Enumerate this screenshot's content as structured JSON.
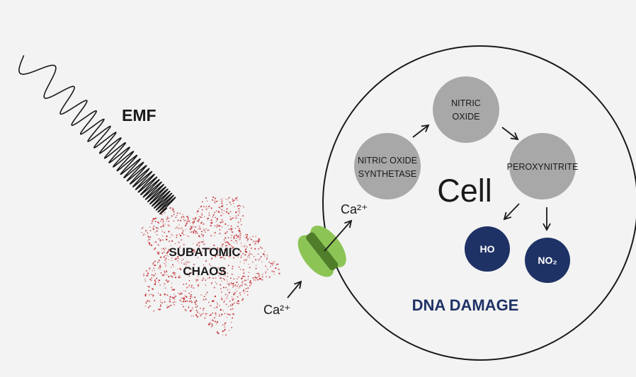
{
  "labels": {
    "emf": "EMF",
    "chaos_line1": "SUBATOMIC",
    "chaos_line2": "CHAOS",
    "cell": "Cell",
    "nos_line1": "NITRIC OXIDE",
    "nos_line2": "SYNTHETASE",
    "no_line1": "NITRIC",
    "no_line2": "OXIDE",
    "peroxynitrite": "PEROXYNITRITE",
    "ho": "HO",
    "no2": "NO₂",
    "ca_outside": "Ca²⁺",
    "ca_inside": "Ca²⁺",
    "dna_damage": "DNA DAMAGE"
  },
  "colors": {
    "background": "#f3f3f3",
    "ink": "#1a1a1a",
    "grey_node": "#a8a8a8",
    "navy_node": "#1f3266",
    "dna_text": "#1f3266",
    "chaos_dots": "#c0282d",
    "channel_light": "#8cc556",
    "channel_dark": "#4f7d2a"
  }
}
